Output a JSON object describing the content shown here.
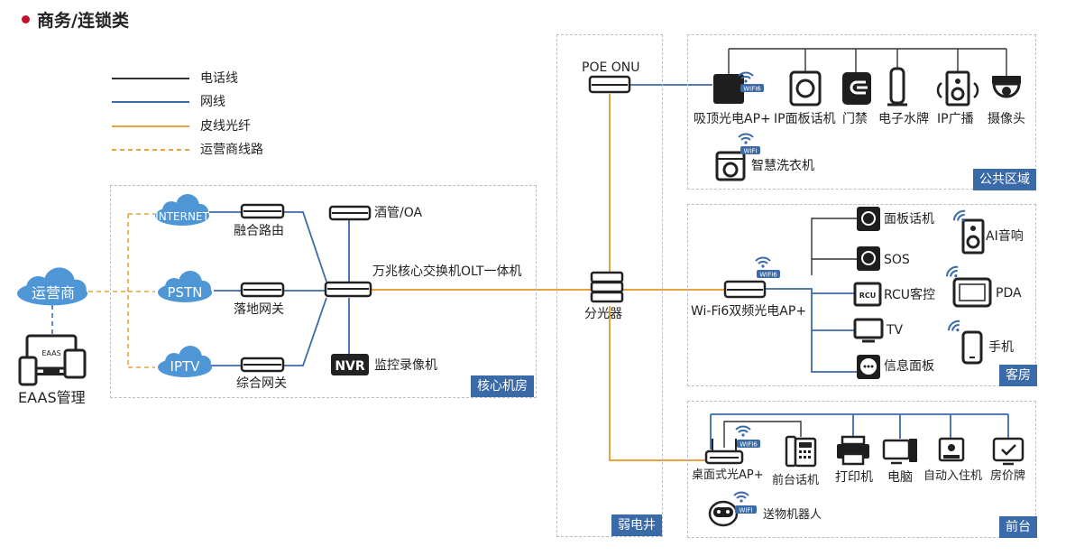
{
  "title": "商务/连锁类",
  "legend": {
    "phone_line": "电话线",
    "network_line": "网线",
    "drop_fiber": "皮线光纤",
    "carrier_line": "运营商线路"
  },
  "colors": {
    "phone": "#333333",
    "network": "#3a6aa8",
    "fiber": "#e8a33d",
    "zone_tag": "#3a6aa8",
    "cloud": "#4f96d6",
    "title_dot": "#c8102e"
  },
  "zones": {
    "core_room": "核心机房",
    "weak_well": "弱电井",
    "public_area": "公共区域",
    "guest_room": "客房",
    "front_desk": "前台"
  },
  "clouds": {
    "carrier": "运营商",
    "internet": "INTERNET",
    "pstn": "PSTN",
    "iptv": "IPTV"
  },
  "devices": {
    "eaas": "EAAS管理",
    "eaas_screen": "EAAS",
    "fusion_router": "融合路由",
    "landing_gateway": "落地网关",
    "integrated_gateway": "综合网关",
    "hotel_oa": "酒管/OA",
    "core_switch": "万兆核心交换机OLT一体机",
    "nvr": "监控录像机",
    "nvr_badge": "NVR",
    "poe_onu": "POE ONU",
    "splitter": "分光器",
    "ceiling_ap": "吸顶光电AP+",
    "ip_panel_phone": "IP面板话机",
    "access_control": "门禁",
    "water_meter": "电子水牌",
    "ip_broadcast": "IP广播",
    "camera": "摄像头",
    "smart_washer": "智慧洗衣机",
    "wifi6_ap": "Wi-Fi6双频光电AP+",
    "panel_phone": "面板话机",
    "sos": "SOS",
    "rcu": "RCU客控",
    "rcu_badge": "RCU",
    "tv": "TV",
    "info_panel": "信息面板",
    "ai_speaker": "AI音响",
    "pda": "PDA",
    "mobile": "手机",
    "desktop_ap": "桌面式光AP+",
    "front_phone": "前台话机",
    "printer": "打印机",
    "computer": "电脑",
    "self_checkin": "自动入住机",
    "price_board": "房价牌",
    "robot": "送物机器人",
    "wifi_badge": "WIFI",
    "wifi6_badge": "WIFI6"
  }
}
